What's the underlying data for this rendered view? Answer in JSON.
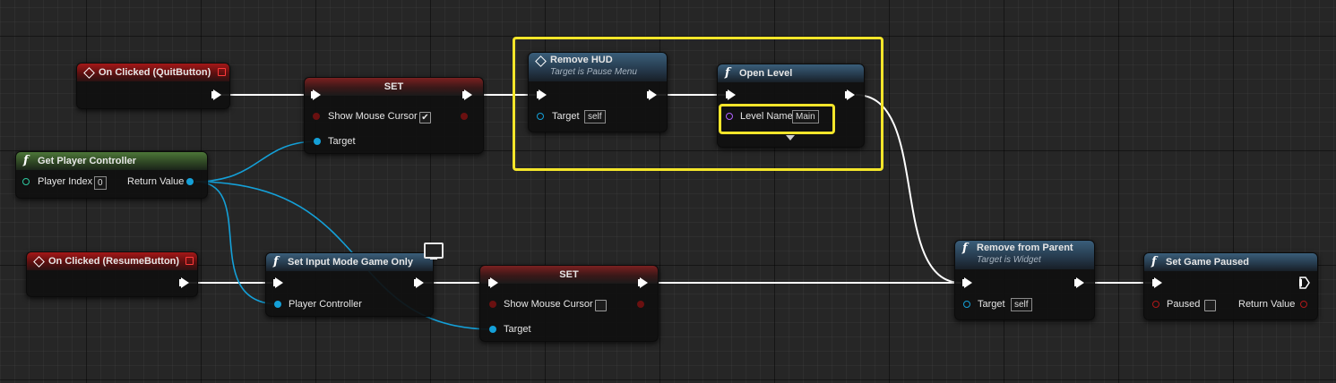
{
  "nodes": {
    "on_clicked_quit": {
      "title": "On Clicked (QuitButton)",
      "icon": "event-diamond-icon"
    },
    "set_1": {
      "title": "SET",
      "show_mouse_cursor_label": "Show Mouse Cursor",
      "show_mouse_cursor_checked": true,
      "target_label": "Target"
    },
    "remove_hud": {
      "title": "Remove HUD",
      "subtitle": "Target is Pause Menu",
      "target_label": "Target",
      "target_value": "self"
    },
    "open_level": {
      "title": "Open Level",
      "level_name_label": "Level Name",
      "level_name_value": "Main"
    },
    "get_player_controller": {
      "title": "Get Player Controller",
      "player_index_label": "Player Index",
      "player_index_value": "0",
      "return_value_label": "Return Value"
    },
    "on_clicked_resume": {
      "title": "On Clicked (ResumeButton)",
      "icon": "event-diamond-icon"
    },
    "set_input_mode": {
      "title": "Set Input Mode Game Only",
      "player_controller_label": "Player Controller"
    },
    "set_2": {
      "title": "SET",
      "show_mouse_cursor_label": "Show Mouse Cursor",
      "show_mouse_cursor_checked": false,
      "target_label": "Target"
    },
    "remove_from_parent": {
      "title": "Remove from Parent",
      "subtitle": "Target is Widget",
      "target_label": "Target",
      "target_value": "self"
    },
    "set_game_paused": {
      "title": "Set Game Paused",
      "paused_label": "Paused",
      "paused_checked": false,
      "return_value_label": "Return Value"
    }
  },
  "glyphs": {
    "function": "f",
    "check": "✔"
  },
  "colors": {
    "highlight": "#f3e52a",
    "exec_wire": "#ffffff",
    "object_wire": "#14a0d8",
    "event_header": "#a51818",
    "pure_header": "#4c7638",
    "function_header": "#3a5e7a"
  }
}
